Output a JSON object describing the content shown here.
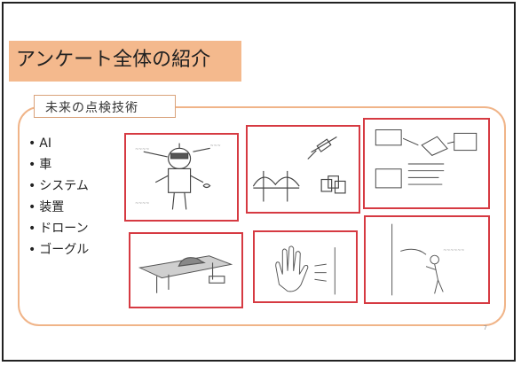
{
  "slide": {
    "title": "アンケート全体の紹介",
    "section_tab": "未来の点検技術",
    "bullets": [
      "AI",
      "車",
      "システム",
      "装置",
      "ドローン",
      "ゴーグル"
    ],
    "page_number": "7"
  },
  "colors": {
    "title_bg": "#f4b98d",
    "panel_border": "#f0b488",
    "thumb_border": "#d63a42"
  },
  "thumbnails": [
    {
      "id": "robot-sketch",
      "icon": "robot-icon"
    },
    {
      "id": "bridge-satellite-sketch",
      "icon": "bridge-icon"
    },
    {
      "id": "system-diagram-sketch",
      "icon": "diagram-icon"
    },
    {
      "id": "car-on-bridge-sketch",
      "icon": "car-icon"
    },
    {
      "id": "hand-sketch",
      "icon": "hand-icon"
    },
    {
      "id": "drone-wall-sketch",
      "icon": "drone-icon"
    }
  ]
}
